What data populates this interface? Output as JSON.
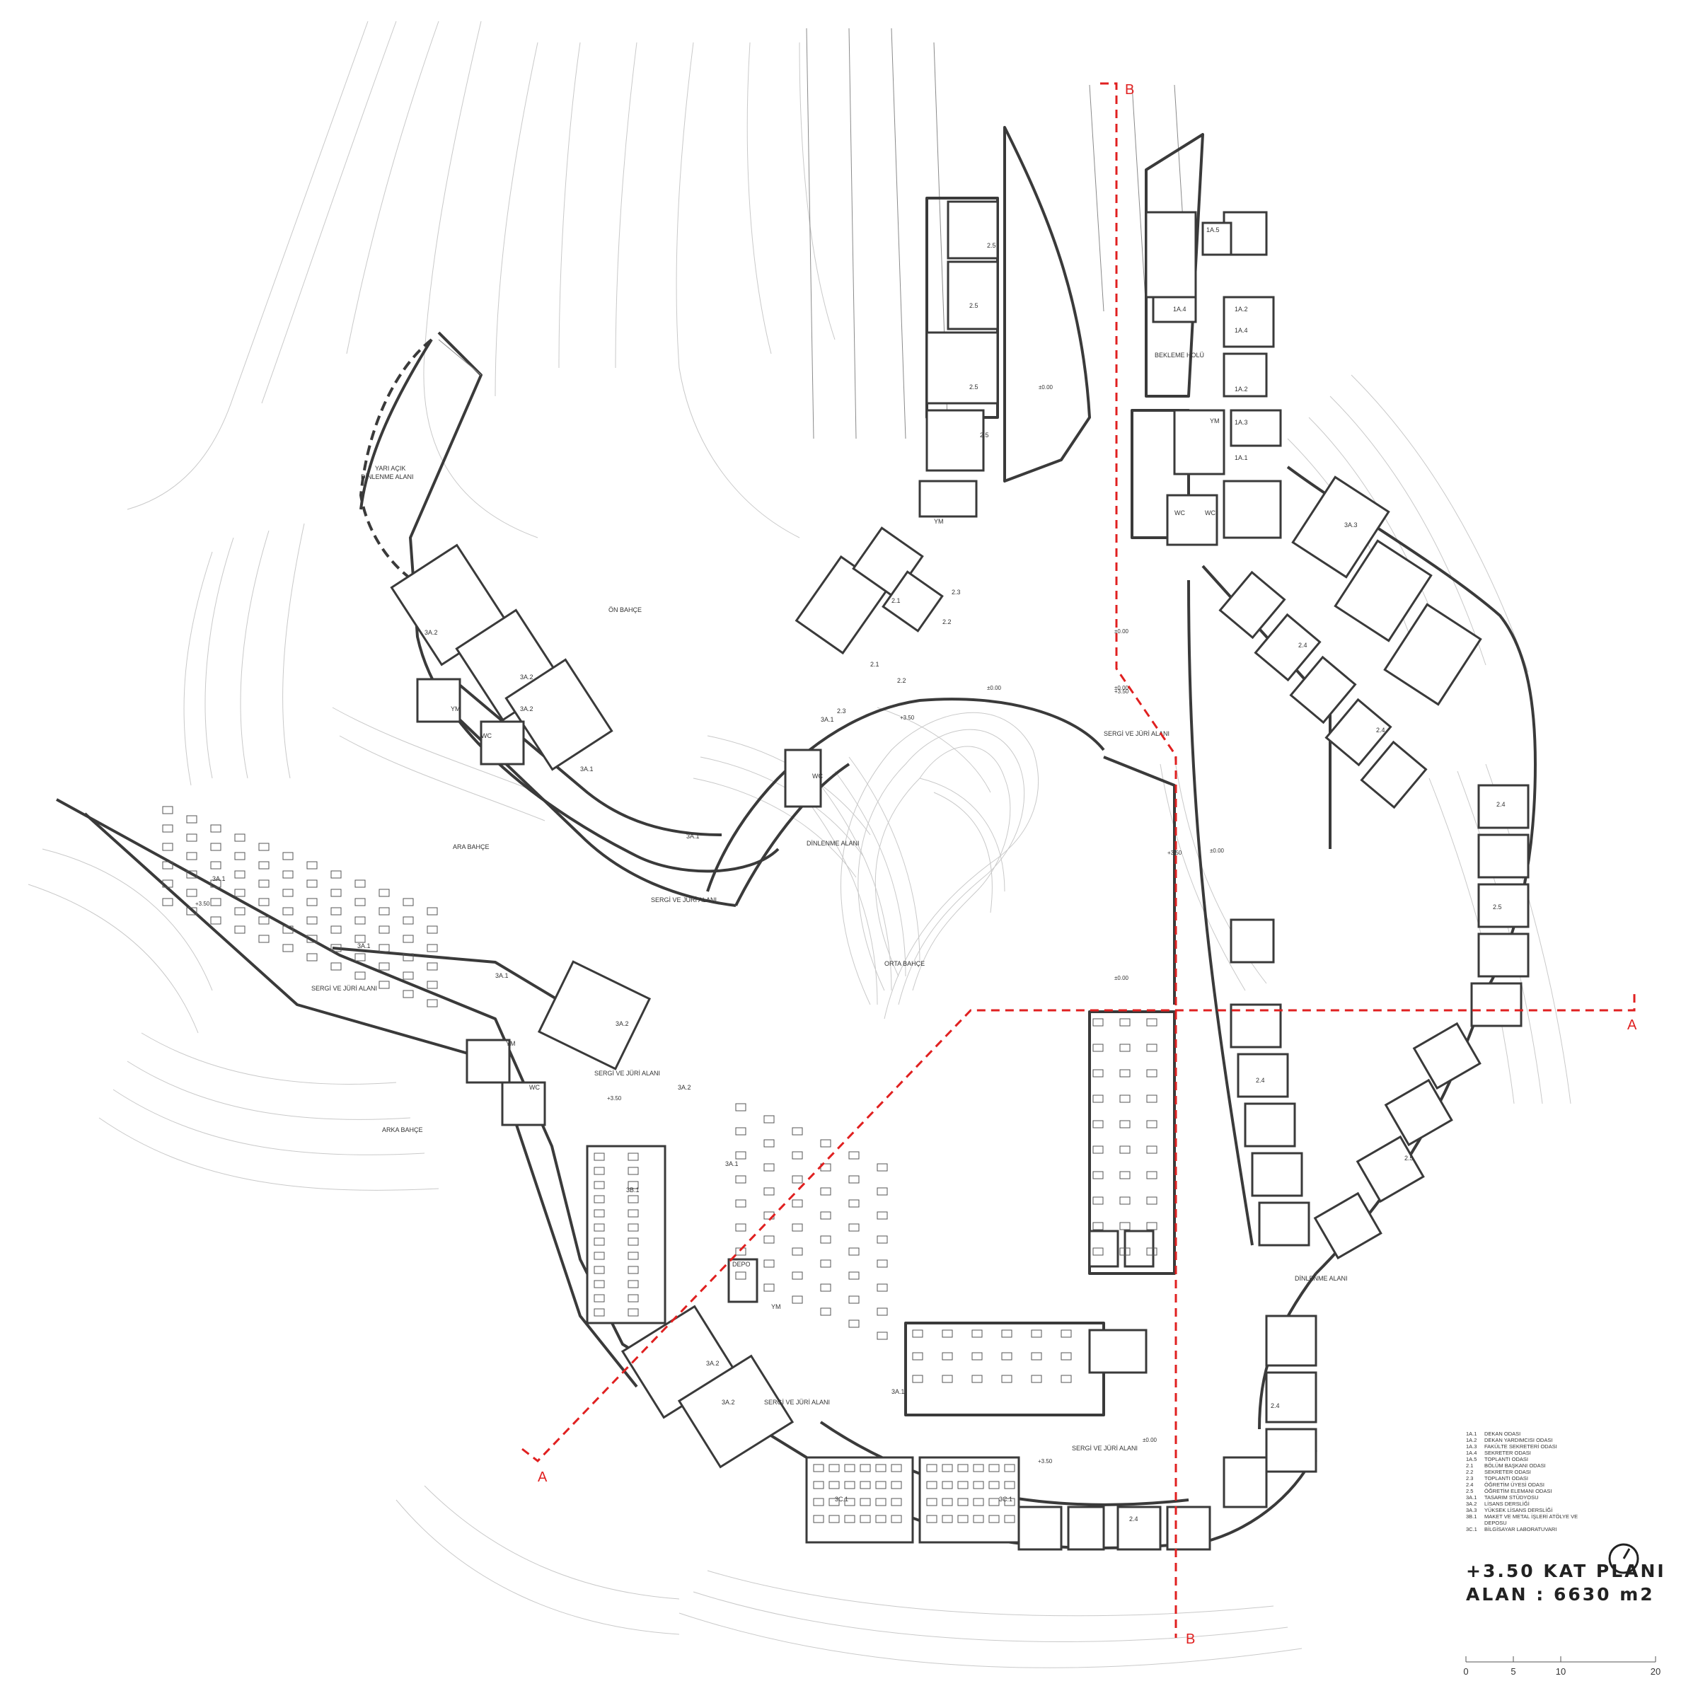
{
  "rooms": {
    "r1a1": "1A.1",
    "r1a2a": "1A.2",
    "r1a2b": "1A.2",
    "r1a3": "1A.3",
    "r1a4a": "1A.4",
    "r1a4b": "1A.4",
    "r1a5": "1A.5",
    "r21a": "2.1",
    "r21b": "2.1",
    "r22a": "2.2",
    "r22b": "2.2",
    "r23a": "2.3",
    "r23b": "2.3",
    "r24a": "2.4",
    "r24b": "2.4",
    "r24c": "2.4",
    "r24d": "2.4",
    "r24e": "2.4",
    "r24f": "2.4",
    "r25a": "2.5",
    "r25b": "2.5",
    "r25c": "2.5",
    "r25d": "2.5",
    "r25e": "2.5",
    "r25f": "2.5",
    "r3a1a": "3A.1",
    "r3a1b": "3A.1",
    "r3a1c": "3A.1",
    "r3a1d": "3A.1",
    "r3a1e": "3A.1",
    "r3a1f": "3A.1",
    "r3a1g": "3A.1",
    "r3a1h": "3A.1",
    "r3a2a": "3A.2",
    "r3a2b": "3A.2",
    "r3a2c": "3A.2",
    "r3a2d": "3A.2",
    "r3a2e": "3A.2",
    "r3a2f": "3A.2",
    "r3a2g": "3A.2",
    "r3a3": "3A.3",
    "r3b1": "3B.1",
    "r3c1a": "3C.1",
    "r3c1b": "3C.1",
    "wc1": "WC",
    "wc2": "WC",
    "wc3": "WC",
    "wc4": "WC",
    "wc5": "WC",
    "ym1": "YM",
    "ym2": "YM",
    "ym3": "YM",
    "ym4": "YM",
    "ym5": "YM",
    "depo": "DEPO"
  },
  "areas": {
    "yari_acik": [
      "YARI AÇIK",
      "DİNLENME ALANI"
    ],
    "on_bahce": "ÖN BAHÇE",
    "ara_bahce": "ARA BAHÇE",
    "arka_bahce": "ARKA BAHÇE",
    "orta_bahce": "ORTA BAHÇE",
    "bekleme_holu": "BEKLEME HOLÜ",
    "dinlenme_1": "DİNLENME ALANI",
    "dinlenme_2": "DİNLENME ALANI",
    "sergi_1": "SERGİ VE JÜRİ ALANI",
    "sergi_2": "SERGİ VE JÜRİ ALANI",
    "sergi_3": "SERGİ VE JÜRİ ALANI",
    "sergi_4": "SERGİ VE JÜRİ ALANI",
    "sergi_5": "SERGİ VE JÜRİ ALANI",
    "sergi_6": "SERGİ VE JÜRİ ALANI"
  },
  "elevations": {
    "e1": "±0.00",
    "e2": "±0.00",
    "e3": "±0.00",
    "e4": "±0.00",
    "e5": "±0.00",
    "e6": "±0.00",
    "e7": "±0.00",
    "p1": "+3.50",
    "p2": "+3.50",
    "p3": "+3.50",
    "p4": "+3.50",
    "p5": "+3.50",
    "p6": "+3.50"
  },
  "sections": {
    "a_left": "A",
    "a_right": "A",
    "b_top": "B",
    "b_bottom": "B"
  },
  "legend": [
    {
      "code": "1A.1",
      "name": "DEKAN ODASI"
    },
    {
      "code": "1A.2",
      "name": "DEKAN YARDIMCISI ODASI"
    },
    {
      "code": "1A.3",
      "name": "FAKÜLTE SEKRETERİ ODASI"
    },
    {
      "code": "1A.4",
      "name": "SEKRETER ODASI"
    },
    {
      "code": "1A.5",
      "name": "TOPLANTI ODASI"
    },
    {
      "code": "2.1",
      "name": "BÖLÜM BAŞKANI ODASI"
    },
    {
      "code": "2.2",
      "name": "SEKRETER ODASI"
    },
    {
      "code": "2.3",
      "name": "TOPLANTI ODASI"
    },
    {
      "code": "2.4",
      "name": "ÖĞRETİM ÜYESİ ODASI"
    },
    {
      "code": "2.5",
      "name": "ÖĞRETİM ELEMANI ODASI"
    },
    {
      "code": "3A.1",
      "name": "TASARIM STÜDYOSU"
    },
    {
      "code": "3A.2",
      "name": "LİSANS DERSLİĞİ"
    },
    {
      "code": "3A.3",
      "name": "YÜKSEK LİSANS DERSLİĞİ"
    },
    {
      "code": "3B.1",
      "name": "MAKET VE METAL İŞLERİ ATÖLYE VE DEPOSU"
    },
    {
      "code": "3C.1",
      "name": "BİLGİSAYAR LABORATUVARI"
    }
  ],
  "title": {
    "line1": "+3.50  KAT PLANI",
    "line2": "ALAN : 6630 m2"
  },
  "scale": {
    "ticks": [
      "0",
      "5",
      "10",
      "20"
    ],
    "values": [
      0,
      5,
      10,
      20
    ]
  },
  "colors": {
    "section_line": "#e02020",
    "wall": "#3a3a3a",
    "contour": "#c9c9c9"
  }
}
